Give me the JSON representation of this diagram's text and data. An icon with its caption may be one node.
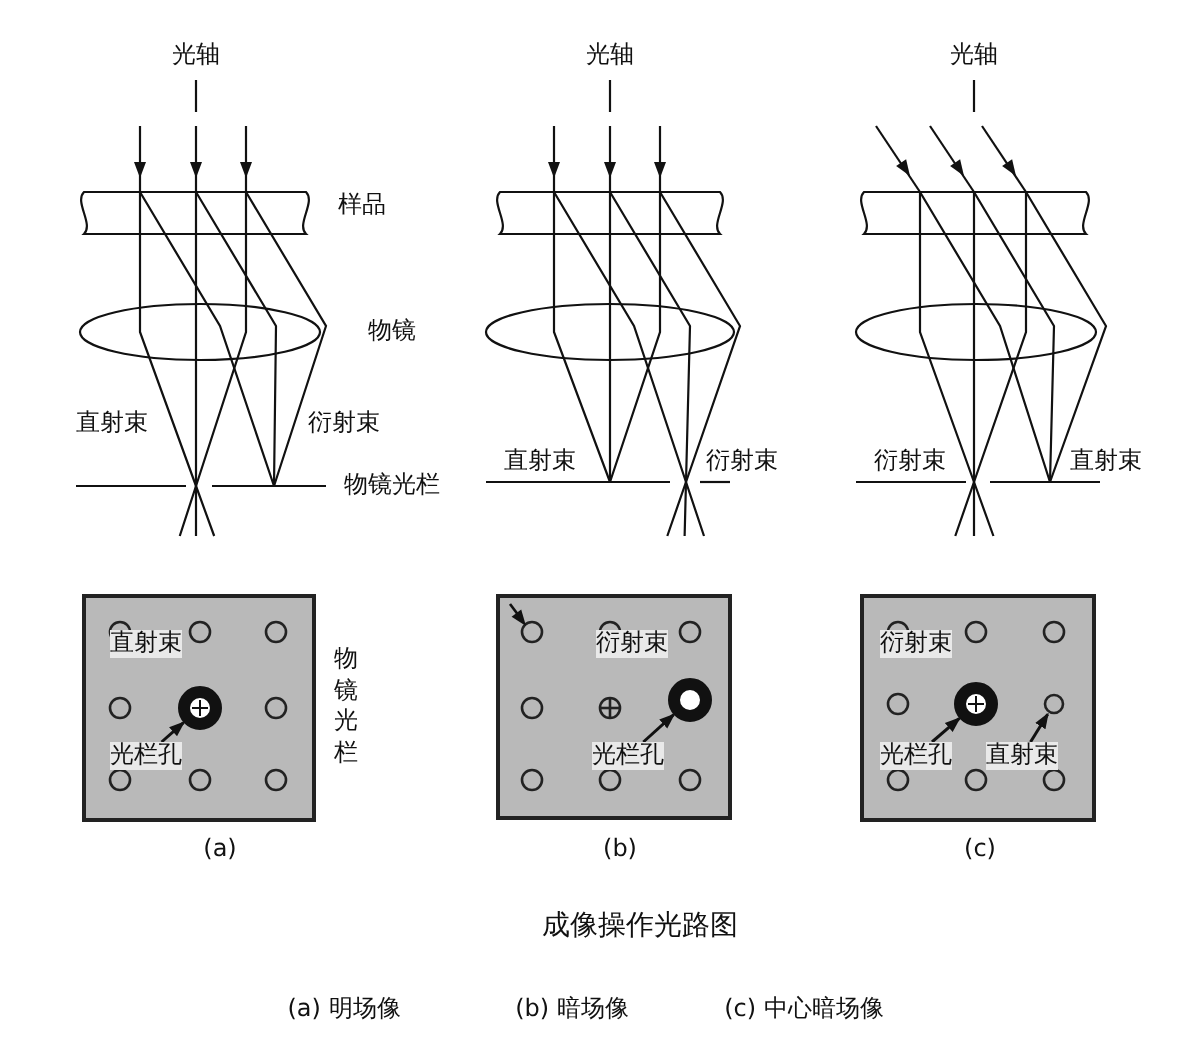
{
  "diagram": {
    "caption": "成像操作光路图",
    "nodes": [
      {
        "text": [],
        "shape": "box"
      },
      {
        "text": [
          "直射束"
        ],
        "in": 0
      },
      {
        "text": [
          "光栏孔"
        ],
        "in": 0
      },
      {
        "text": [],
        "shape": "circle",
        "in": 0
      },
      {
        "text": [],
        "shape": "box"
      },
      {
        "text": [
          "衍射束"
        ],
        "in": 4
      },
      {
        "text": [
          "光栏孔"
        ],
        "in": 4
      },
      {
        "text": [],
        "shape": "circle",
        "in": 4
      },
      {
        "text": [],
        "shape": "box"
      },
      {
        "text": [
          "衍射束"
        ],
        "in": 8
      },
      {
        "text": [
          "光栏孔"
        ],
        "in": 8
      },
      {
        "text": [],
        "shape": "circle",
        "in": 8
      },
      {
        "text": [
          "直射束"
        ],
        "in": 8
      },
      {
        "text": [],
        "shape": "circle",
        "in": 8
      }
    ],
    "edges": [
      {
        "from": 2,
        "to": 3,
        "arrow": "to"
      },
      {
        "from": 6,
        "to": 7,
        "arrow": "to"
      },
      {
        "from": 10,
        "to": 11,
        "arrow": "to"
      },
      {
        "from": 12,
        "to": 13,
        "arrow": "to"
      }
    ],
    "labels": [
      "光轴",
      "光轴",
      "光轴",
      "样品",
      "物镜",
      "直射束",
      "衍射束",
      "物镜光栏",
      "直射束",
      "衍射束",
      "衍射束",
      "直射束",
      "物镜光栏",
      "(a)",
      "(b)",
      "(c)",
      "(a) 明场像",
      "(b) 暗场像",
      "(c) 中心暗场像"
    ]
  }
}
